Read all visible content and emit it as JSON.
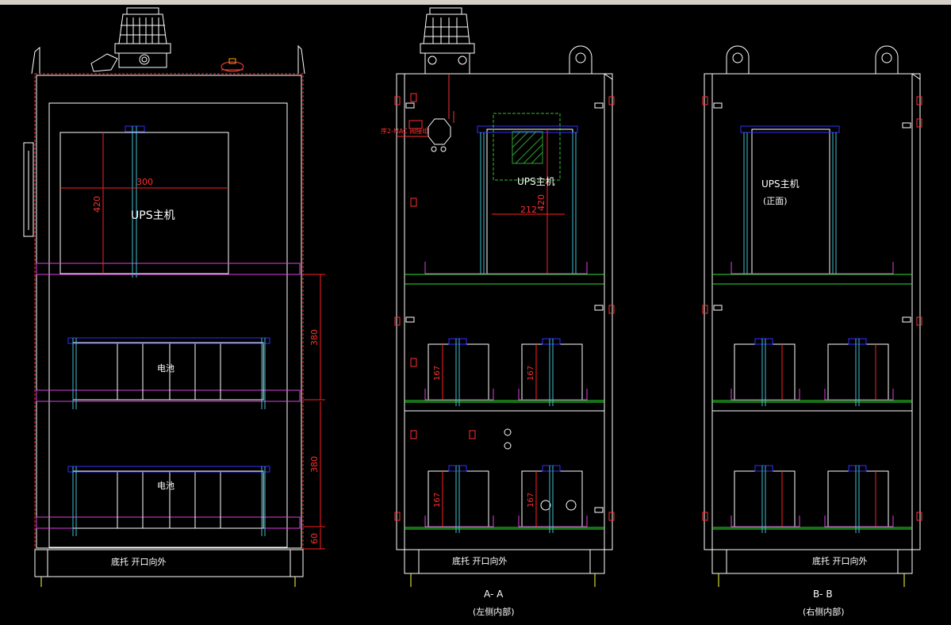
{
  "colors": {
    "background": "#000000",
    "frame": "#ffffff",
    "dimension": "#ff2020",
    "rail_magenta": "#e040e0",
    "bracket_blue": "#3030ff",
    "rod_cyan": "#40c0d0",
    "shelf_green": "#30e030",
    "box_green_dashed": "#30c030"
  },
  "front_view": {
    "ups_label": "UPS主机",
    "battery_label_1": "电池",
    "battery_label_2": "电池",
    "base_label": "底托  开口向外",
    "dim_width": "300",
    "dim_height": "420",
    "dim_right_1": "380",
    "dim_right_2": "380",
    "dim_right_3": "60"
  },
  "section_a": {
    "ups_label": "UPS主机",
    "base_label": "底托  开口向外",
    "dim_width": "212",
    "dim_height": "420",
    "dim_batt_1": "167",
    "dim_batt_2": "167",
    "dim_batt_3": "167",
    "dim_batt_4": "167",
    "caption": "A- A",
    "subcaption": "(左侧内部)",
    "annotation": "序2-MAC 阀接组"
  },
  "section_b": {
    "ups_label": "UPS主机",
    "ups_sublabel": "(正面)",
    "base_label": "底托  开口向外",
    "caption": "B- B",
    "subcaption": "(右侧内部)"
  }
}
